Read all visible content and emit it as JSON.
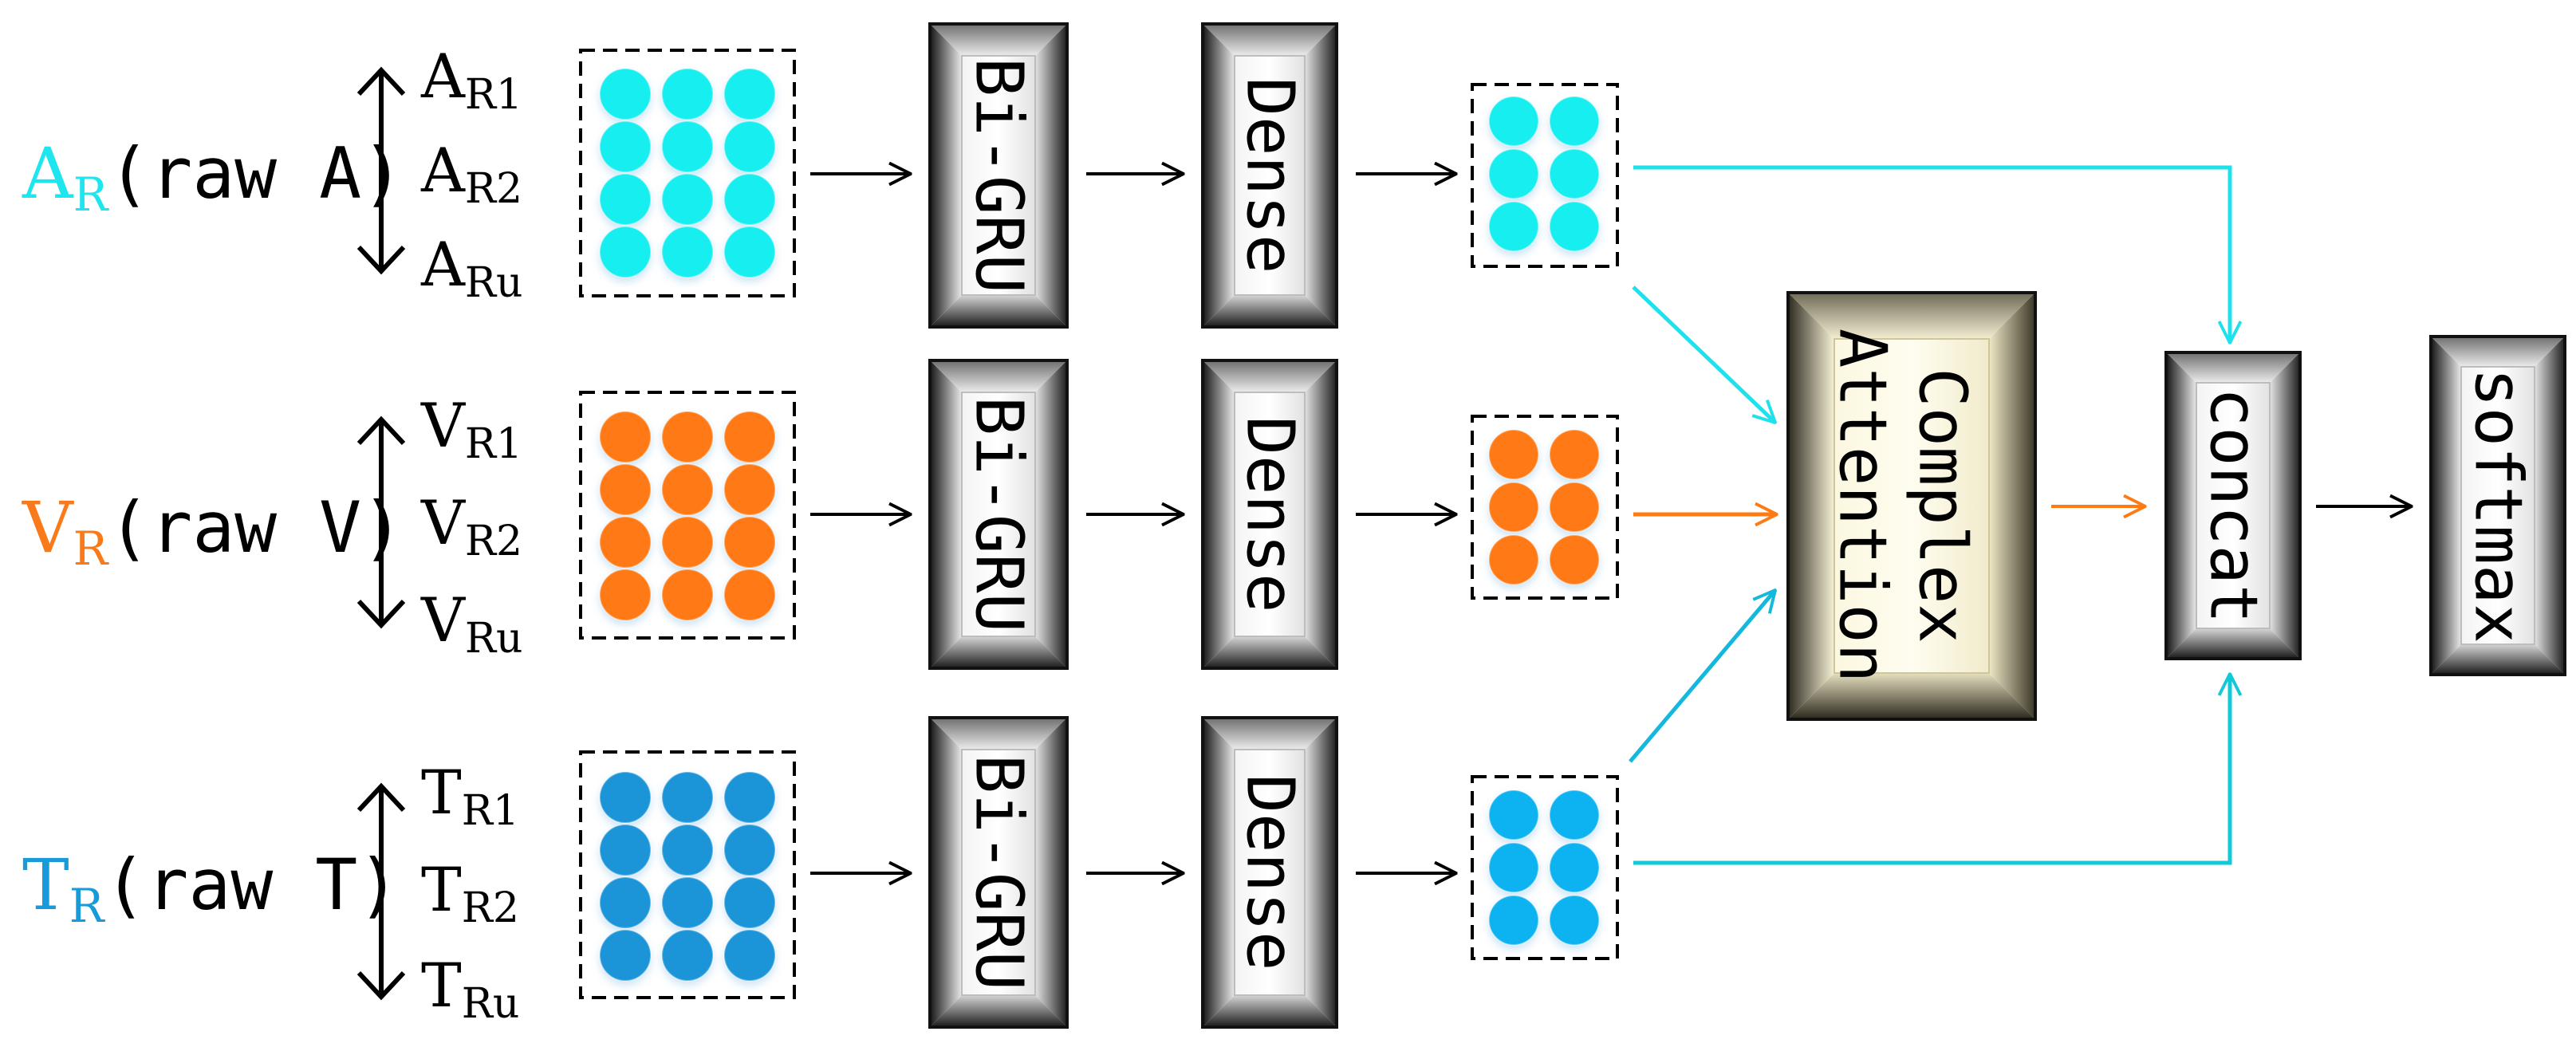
{
  "colors": {
    "audio": "#1ee5ee",
    "visual": "#f97a1a",
    "text": "#1a9bd9",
    "audio_dot": "#19eef0",
    "visual_dot": "#ff7a12",
    "text_dot": "#1b95d8",
    "text_dot_small": "#0ab2f0",
    "arrow_a": "#1fe1ec",
    "arrow_v": "#ff7a12",
    "arrow_t": "#13b8dc",
    "arrow_t_concat": "#12c9d6",
    "arrow_black": "#000000"
  },
  "rows": [
    {
      "id": "audio",
      "main": "A",
      "sub": "R",
      "raw": "(raw A)",
      "items": [
        {
          "main": "A",
          "sub": "R1"
        },
        {
          "main": "A",
          "sub": "R2"
        },
        {
          "main": "A",
          "sub": "Ru"
        }
      ],
      "gru_label": "Bi-GRU",
      "dense_label": "Dense"
    },
    {
      "id": "visual",
      "main": "V",
      "sub": "R",
      "raw": "(raw V)",
      "items": [
        {
          "main": "V",
          "sub": "R1"
        },
        {
          "main": "V",
          "sub": "R2"
        },
        {
          "main": "V",
          "sub": "Ru"
        }
      ],
      "gru_label": "Bi-GRU",
      "dense_label": "Dense"
    },
    {
      "id": "text",
      "main": "T",
      "sub": "R",
      "raw": "(raw T)",
      "items": [
        {
          "main": "T",
          "sub": "R1"
        },
        {
          "main": "T",
          "sub": "R2"
        },
        {
          "main": "T",
          "sub": "Ru"
        }
      ],
      "gru_label": "Bi-GRU",
      "dense_label": "Dense"
    }
  ],
  "attention": {
    "line1": "Complex",
    "line2": "Attention"
  },
  "concat_label": "concat",
  "softmax_label": "softmax"
}
